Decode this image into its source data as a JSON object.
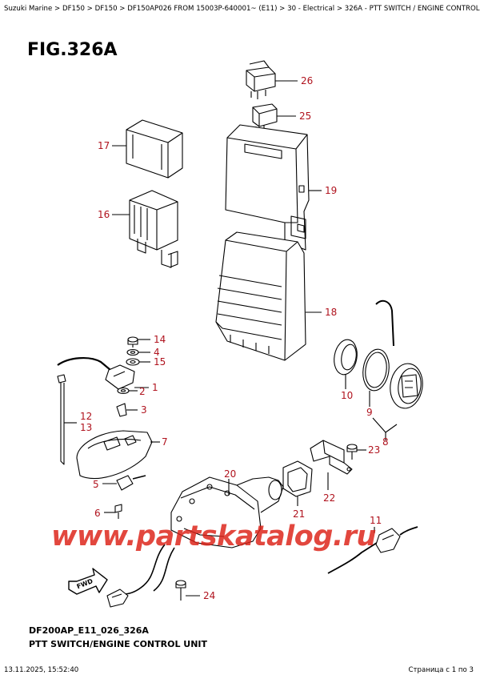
{
  "breadcrumb": "Suzuki Marine > DF150 > DF150 > DF150AP026 FROM 15003P-640001~ (E11) > 30 - Electrical > 326A - PTT SWITCH / ENGINE CONTROL UNIT",
  "figure_title": "FIG.326A",
  "callouts": {
    "c26": "26",
    "c25": "25",
    "c17": "17",
    "c19": "19",
    "c16": "16",
    "c18": "18",
    "c14": "14",
    "c4": "4",
    "c15": "15",
    "c1": "1",
    "c2": "2",
    "c3": "3",
    "c12": "12",
    "c13": "13",
    "c7": "7",
    "c5": "5",
    "c6": "6",
    "c10": "10",
    "c9": "9",
    "c8": "8",
    "c23": "23",
    "c20": "20",
    "c22": "22",
    "c21": "21",
    "c11": "11",
    "c24": "24"
  },
  "fwd_label": "FWD",
  "watermark": "www.partskatalog.ru",
  "diagram_code": "DF200AP_E11_026_326A",
  "caption": "PTT SWITCH/ENGINE CONTROL UNIT",
  "footer_timestamp": "13.11.2025, 15:52:40",
  "footer_pages": "Страница с 1 по 3",
  "colors": {
    "callout": "#b0131e",
    "watermark": "#dc1e14",
    "line": "#000000"
  }
}
